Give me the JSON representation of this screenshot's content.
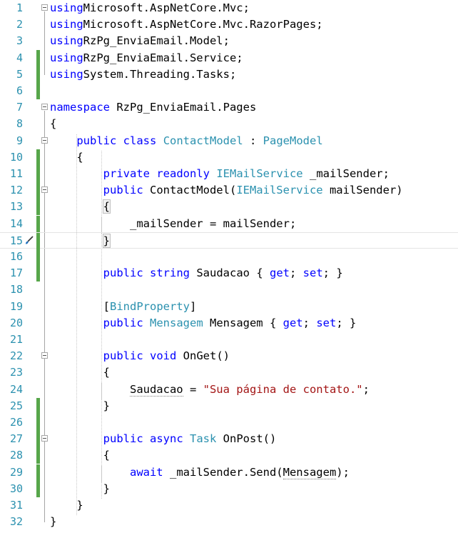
{
  "editor": {
    "lines": [
      {
        "n": "1",
        "tokens": [
          [
            "kw",
            "using"
          ],
          [
            "",
            "Microsoft.AspNetCore.Mvc;"
          ]
        ],
        "fold": true,
        "mark": false
      },
      {
        "n": "2",
        "tokens": [
          [
            "kw",
            "using"
          ],
          [
            "",
            "Microsoft.AspNetCore.Mvc.RazorPages;"
          ]
        ],
        "fold": false,
        "mark": false
      },
      {
        "n": "3",
        "tokens": [
          [
            "kw",
            "using"
          ],
          [
            "",
            "RzPg_EnviaEmail.Model;"
          ]
        ],
        "fold": false,
        "mark": false
      },
      {
        "n": "4",
        "tokens": [
          [
            "kw",
            "using"
          ],
          [
            "",
            "RzPg_EnviaEmail.Service;"
          ]
        ],
        "fold": false,
        "mark": true
      },
      {
        "n": "5",
        "tokens": [
          [
            "kw",
            "using"
          ],
          [
            "",
            "System.Threading.Tasks;"
          ]
        ],
        "fold": false,
        "mark": true
      },
      {
        "n": "6",
        "tokens": [],
        "fold": false,
        "mark": true
      },
      {
        "n": "7",
        "tokens": [
          [
            "kw",
            "namespace"
          ],
          [
            "",
            " RzPg_EnviaEmail.Pages"
          ]
        ],
        "fold": true,
        "mark": false
      },
      {
        "n": "8",
        "tokens": [
          [
            "",
            "{"
          ]
        ],
        "fold": false,
        "mark": false
      },
      {
        "n": "9",
        "tokens": [
          [
            "",
            "    "
          ],
          [
            "kw",
            "public"
          ],
          [
            "",
            " "
          ],
          [
            "kw",
            "class"
          ],
          [
            "",
            " "
          ],
          [
            "ty",
            "ContactModel"
          ],
          [
            "",
            " : "
          ],
          [
            "ty",
            "PageModel"
          ]
        ],
        "fold": true,
        "mark": false
      },
      {
        "n": "10",
        "tokens": [
          [
            "",
            "    {"
          ]
        ],
        "fold": false,
        "mark": true
      },
      {
        "n": "11",
        "tokens": [
          [
            "",
            "        "
          ],
          [
            "kw",
            "private"
          ],
          [
            "",
            " "
          ],
          [
            "kw",
            "readonly"
          ],
          [
            "",
            " "
          ],
          [
            "ty",
            "IEMailService"
          ],
          [
            "",
            " _mailSender;"
          ]
        ],
        "fold": false,
        "mark": true
      },
      {
        "n": "12",
        "tokens": [
          [
            "",
            "        "
          ],
          [
            "kw",
            "public"
          ],
          [
            "",
            " ContactModel("
          ],
          [
            "ty",
            "IEMailService"
          ],
          [
            "",
            " mailSender)"
          ]
        ],
        "fold": true,
        "mark": true
      },
      {
        "n": "13",
        "tokens": [
          [
            "",
            "        "
          ],
          [
            "box",
            "{"
          ]
        ],
        "fold": false,
        "mark": true
      },
      {
        "n": "14",
        "tokens": [
          [
            "",
            "            _mailSender = mailSender;"
          ]
        ],
        "fold": false,
        "mark": true
      },
      {
        "n": "15",
        "tokens": [
          [
            "",
            "        "
          ],
          [
            "box",
            "}"
          ]
        ],
        "fold": false,
        "mark": true,
        "current": true,
        "brush": true
      },
      {
        "n": "16",
        "tokens": [],
        "fold": false,
        "mark": true
      },
      {
        "n": "17",
        "tokens": [
          [
            "",
            "        "
          ],
          [
            "kw",
            "public"
          ],
          [
            "",
            " "
          ],
          [
            "kw",
            "string"
          ],
          [
            "",
            " Saudacao { "
          ],
          [
            "kw",
            "get"
          ],
          [
            "",
            "; "
          ],
          [
            "kw",
            "set"
          ],
          [
            "",
            "; }"
          ]
        ],
        "fold": false,
        "mark": true
      },
      {
        "n": "18",
        "tokens": [],
        "fold": false,
        "mark": false
      },
      {
        "n": "19",
        "tokens": [
          [
            "",
            "        ["
          ],
          [
            "ty",
            "BindProperty"
          ],
          [
            "",
            "]"
          ]
        ],
        "fold": false,
        "mark": false
      },
      {
        "n": "20",
        "tokens": [
          [
            "",
            "        "
          ],
          [
            "kw",
            "public"
          ],
          [
            "",
            " "
          ],
          [
            "ty",
            "Mensagem"
          ],
          [
            "",
            " Mensagem { "
          ],
          [
            "kw",
            "get"
          ],
          [
            "",
            "; "
          ],
          [
            "kw",
            "set"
          ],
          [
            "",
            "; }"
          ]
        ],
        "fold": false,
        "mark": false
      },
      {
        "n": "21",
        "tokens": [],
        "fold": false,
        "mark": false
      },
      {
        "n": "22",
        "tokens": [
          [
            "",
            "        "
          ],
          [
            "kw",
            "public"
          ],
          [
            "",
            " "
          ],
          [
            "kw",
            "void"
          ],
          [
            "",
            " OnGet()"
          ]
        ],
        "fold": true,
        "mark": false
      },
      {
        "n": "23",
        "tokens": [
          [
            "",
            "        {"
          ]
        ],
        "fold": false,
        "mark": false
      },
      {
        "n": "24",
        "tokens": [
          [
            "",
            "            "
          ],
          [
            "sq",
            "Saudacao"
          ],
          [
            "",
            " = "
          ],
          [
            "st",
            "\"Sua página de contato.\""
          ],
          [
            "",
            ";"
          ]
        ],
        "fold": false,
        "mark": false
      },
      {
        "n": "25",
        "tokens": [
          [
            "",
            "        }"
          ]
        ],
        "fold": false,
        "mark": true
      },
      {
        "n": "26",
        "tokens": [],
        "fold": false,
        "mark": true
      },
      {
        "n": "27",
        "tokens": [
          [
            "",
            "        "
          ],
          [
            "kw",
            "public"
          ],
          [
            "",
            " "
          ],
          [
            "kw",
            "async"
          ],
          [
            "",
            " "
          ],
          [
            "ty",
            "Task"
          ],
          [
            "",
            " OnPost()"
          ]
        ],
        "fold": true,
        "mark": true
      },
      {
        "n": "28",
        "tokens": [
          [
            "",
            "        {"
          ]
        ],
        "fold": false,
        "mark": true
      },
      {
        "n": "29",
        "tokens": [
          [
            "",
            "            "
          ],
          [
            "kw",
            "await"
          ],
          [
            "",
            " _mailSender.Send("
          ],
          [
            "sq",
            "Mensagem"
          ],
          [
            "",
            ");"
          ]
        ],
        "fold": false,
        "mark": true
      },
      {
        "n": "30",
        "tokens": [
          [
            "",
            "        }"
          ]
        ],
        "fold": false,
        "mark": true
      },
      {
        "n": "31",
        "tokens": [
          [
            "",
            "    }"
          ]
        ],
        "fold": false,
        "mark": false
      },
      {
        "n": "32",
        "tokens": [
          [
            "",
            "}"
          ]
        ],
        "fold": false,
        "mark": false
      }
    ],
    "icons": {
      "brush": "paintbrush-icon",
      "fold": "collapse-icon"
    },
    "colors": {
      "keyword": "#0000ff",
      "type": "#2b91af",
      "string": "#a31515",
      "line_number": "#2b91af",
      "change_mark": "#57a64a"
    }
  }
}
